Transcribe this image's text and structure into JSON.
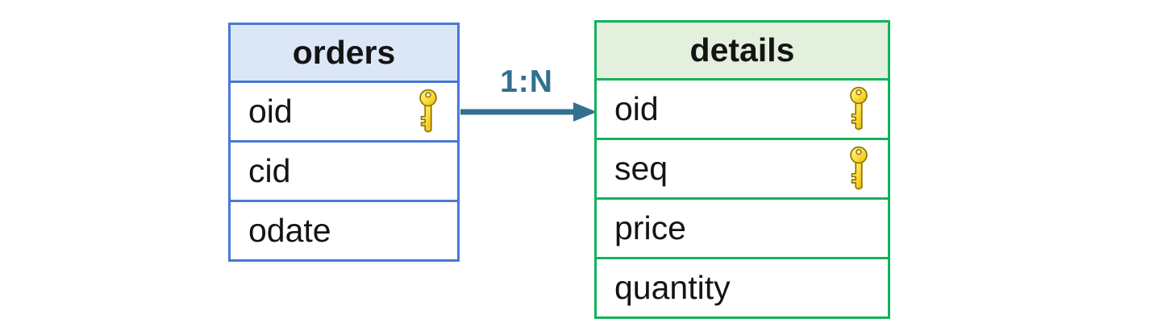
{
  "diagram": {
    "relationship": {
      "label": "1:N",
      "from": "orders.oid",
      "to": "details.oid",
      "arrow_color": "#31708f"
    },
    "tables": [
      {
        "name": "orders",
        "border_color": "#4a79d3",
        "header_fill": "#dbe7f6",
        "columns": [
          {
            "name": "oid",
            "primary_key": true
          },
          {
            "name": "cid",
            "primary_key": false
          },
          {
            "name": "odate",
            "primary_key": false
          }
        ]
      },
      {
        "name": "details",
        "border_color": "#12b259",
        "header_fill": "#e4f0de",
        "columns": [
          {
            "name": "oid",
            "primary_key": true
          },
          {
            "name": "seq",
            "primary_key": true
          },
          {
            "name": "price",
            "primary_key": false
          },
          {
            "name": "quantity",
            "primary_key": false
          }
        ]
      }
    ],
    "icons": {
      "primary_key": "key-icon",
      "key_fill": "#ffe14d",
      "key_outline": "#8f7500"
    }
  }
}
